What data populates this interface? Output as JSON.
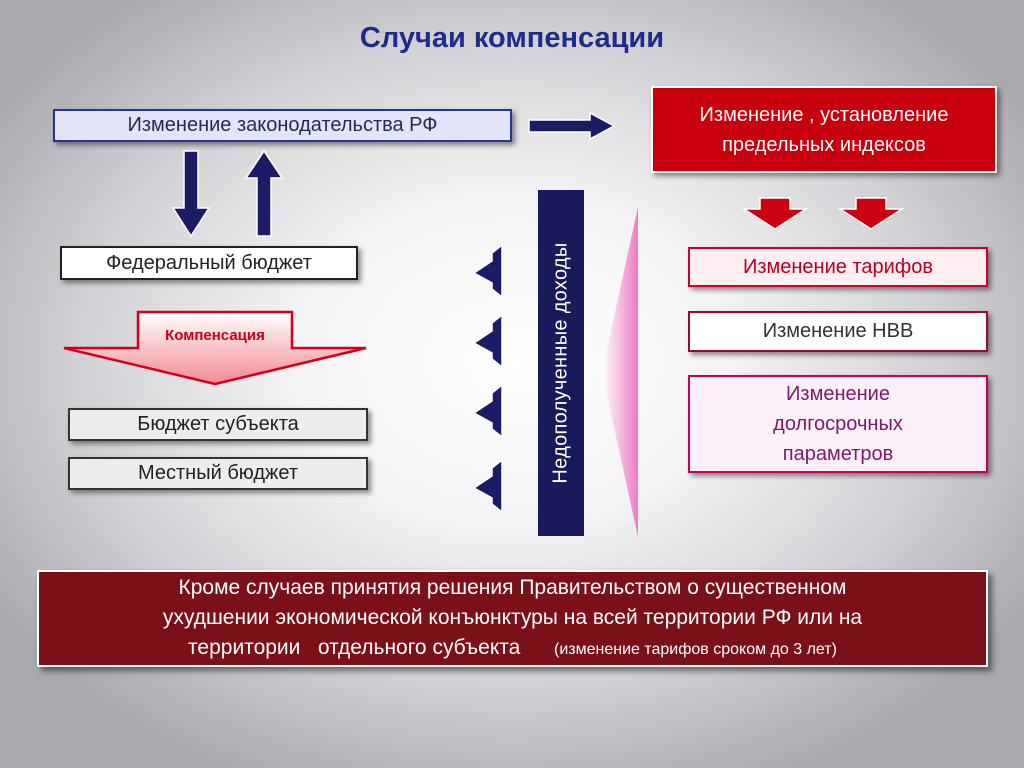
{
  "title": "Случаи компенсации",
  "boxes": {
    "law": "Изменение законодательства РФ",
    "indexes_line1": "Изменение , установление",
    "indexes_line2": "предельных индексов",
    "federal_budget": "Федеральный бюджет",
    "compensation": "Компенсация",
    "subject_budget": "Бюджет субъекта",
    "local_budget": "Местный бюджет",
    "lost_income": "Недополученные доходы",
    "tariffs": "Изменение тарифов",
    "nvv": "Изменение НВВ",
    "long_term_line1": "Изменение",
    "long_term_line2": "долгосрочных",
    "long_term_line3": "параметров"
  },
  "bottom": {
    "line1": "Кроме случаев принятия решения Правительством о существенном",
    "line2": "ухудшении экономической конъюнктуры  на всей территории РФ или на",
    "line3": "территории   отдельного субъекта",
    "note": "(изменение тарифов сроком до 3 лет)"
  },
  "colors": {
    "title": "#1f2b8c",
    "navy_arrow": "#1c1c66",
    "red": "#c8000d",
    "dark_red": "#7a1018"
  }
}
